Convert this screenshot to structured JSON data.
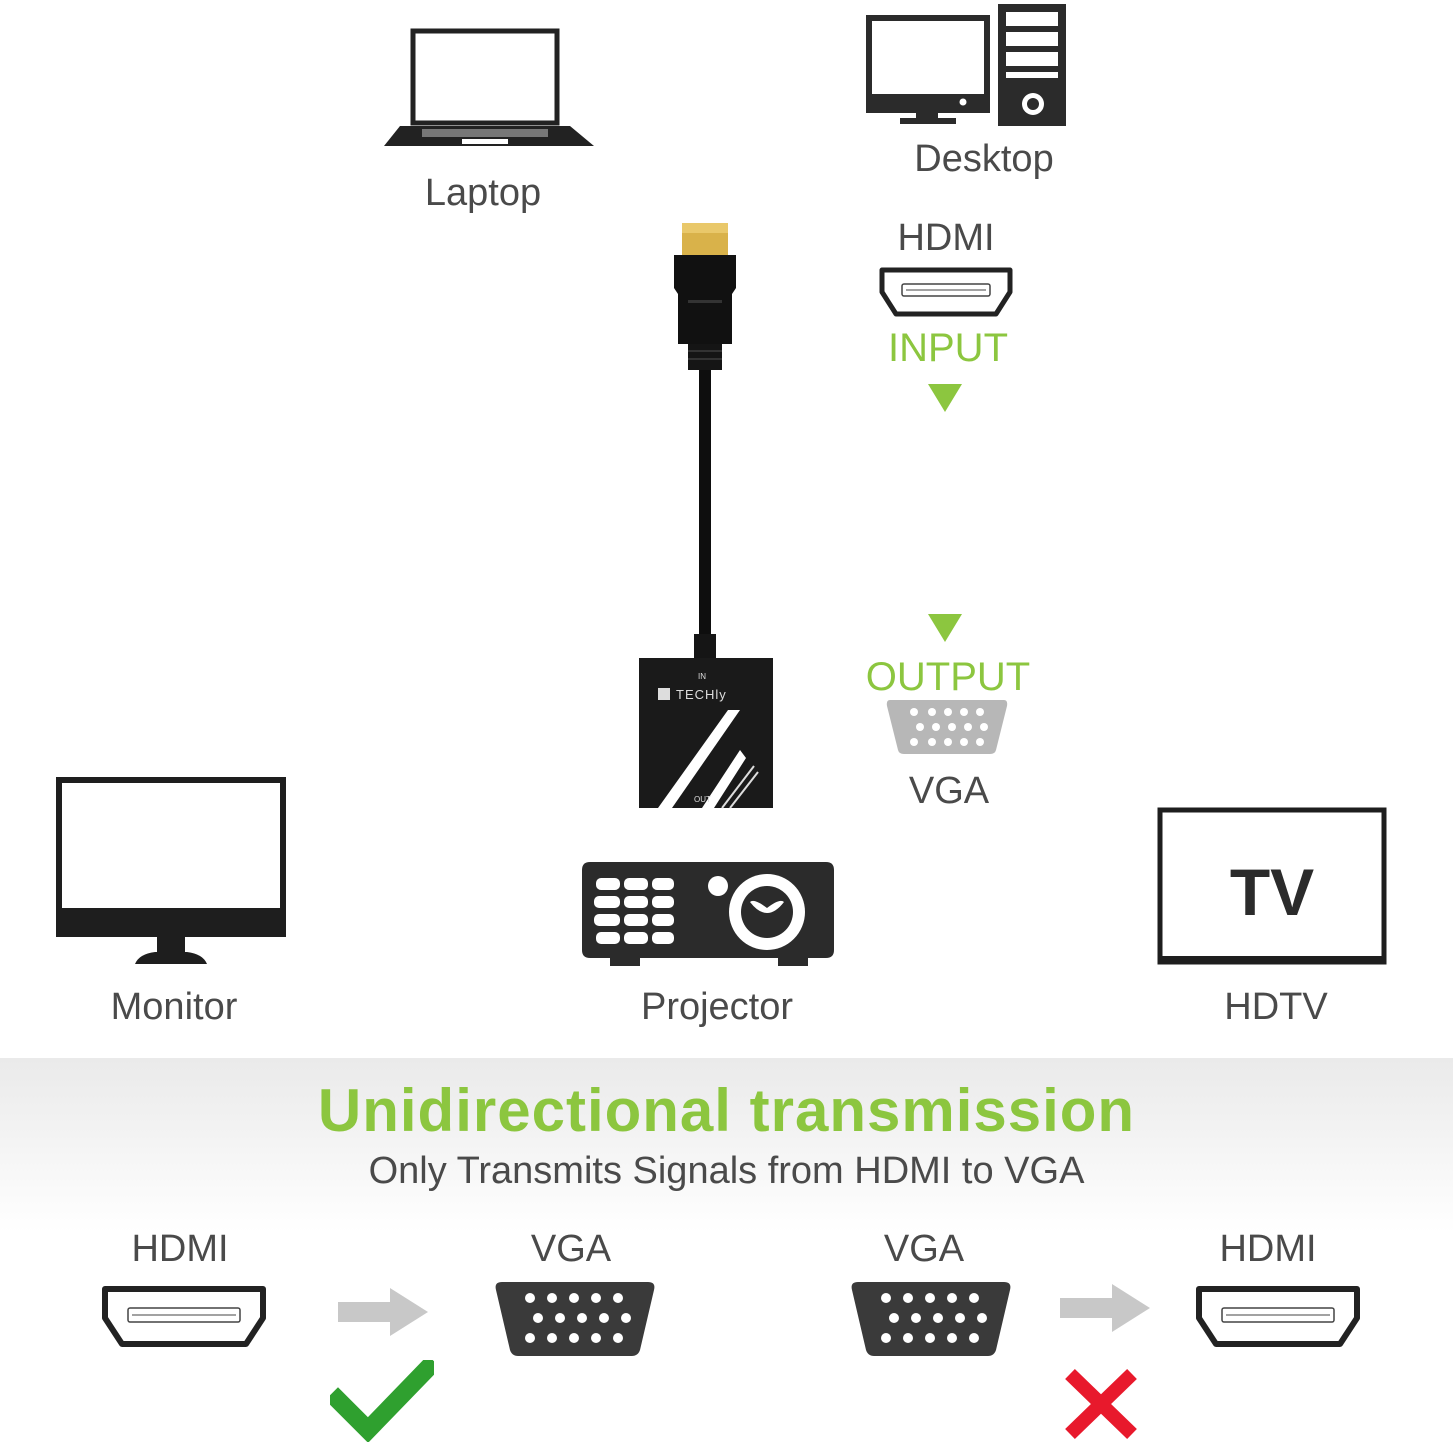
{
  "devices": {
    "laptop": "Laptop",
    "desktop": "Desktop",
    "monitor": "Monitor",
    "projector": "Projector",
    "hdtv": "HDTV",
    "tv_screen_text": "TV"
  },
  "adapter": {
    "input_port": "HDMI",
    "input_label": "INPUT",
    "output_label": "OUTPUT",
    "output_port": "VGA",
    "brand": "TECHly",
    "in_mark": "IN",
    "out_mark": "OUT"
  },
  "transmission": {
    "title": "Unidirectional transmission",
    "subtitle": "Only Transmits Signals from HDMI to VGA",
    "valid": {
      "from": "HDMI",
      "to": "VGA"
    },
    "invalid": {
      "from": "VGA",
      "to": "HDMI"
    }
  },
  "colors": {
    "accent_green": "#8cc63f",
    "check_green": "#2fa02f",
    "cross_red": "#e8192c",
    "icon_dark": "#2b2b2b"
  }
}
